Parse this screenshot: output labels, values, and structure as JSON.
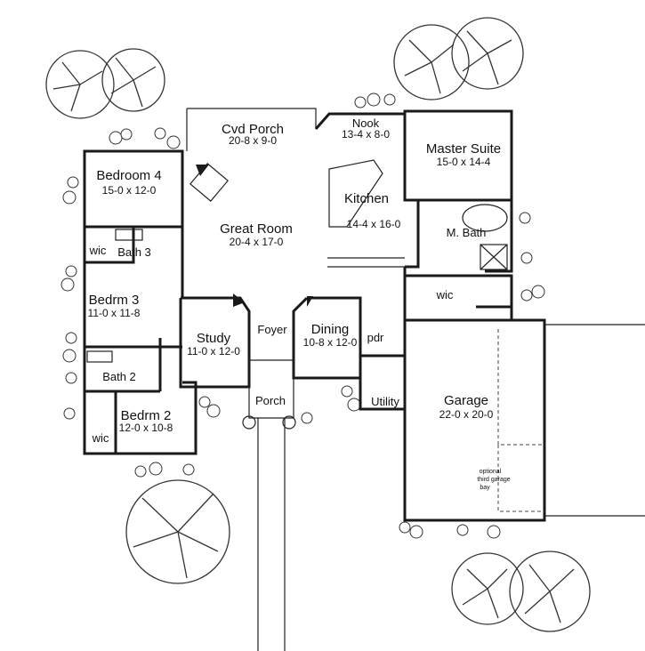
{
  "rooms": {
    "cvd_porch": {
      "name": "Cvd Porch",
      "dims": "20-8 x 9-0"
    },
    "nook": {
      "name": "Nook",
      "dims": "13-4 x 8-0"
    },
    "master_suite": {
      "name": "Master Suite",
      "dims": "15-0 x 14-4"
    },
    "bedroom4": {
      "name": "Bedroom 4",
      "dims": "15-0 x 12-0"
    },
    "kitchen": {
      "name": "Kitchen",
      "dims": "14-4 x 16-0"
    },
    "great_room": {
      "name": "Great Room",
      "dims": "20-4 x 17-0"
    },
    "m_bath": {
      "name": "M. Bath"
    },
    "wic_top": {
      "name": "wic"
    },
    "bath3": {
      "name": "Bath 3"
    },
    "bedrm3": {
      "name": "Bedrm 3",
      "dims": "11-0 x 11-8"
    },
    "master_wic": {
      "name": "wic"
    },
    "study": {
      "name": "Study",
      "dims": "11-0 x 12-0"
    },
    "foyer": {
      "name": "Foyer"
    },
    "dining": {
      "name": "Dining",
      "dims": "10-8 x 12-0"
    },
    "pdr": {
      "name": "pdr"
    },
    "bath2": {
      "name": "Bath 2"
    },
    "porch": {
      "name": "Porch"
    },
    "utility": {
      "name": "Utility"
    },
    "garage": {
      "name": "Garage",
      "dims": "22-0 x 20-0"
    },
    "bedrm2": {
      "name": "Bedrm 2",
      "dims": "12-0 x 10-8"
    },
    "wic_bottom": {
      "name": "wic"
    },
    "garage_note": {
      "line1": "optional",
      "line2": "third garage",
      "line3": "bay"
    }
  }
}
